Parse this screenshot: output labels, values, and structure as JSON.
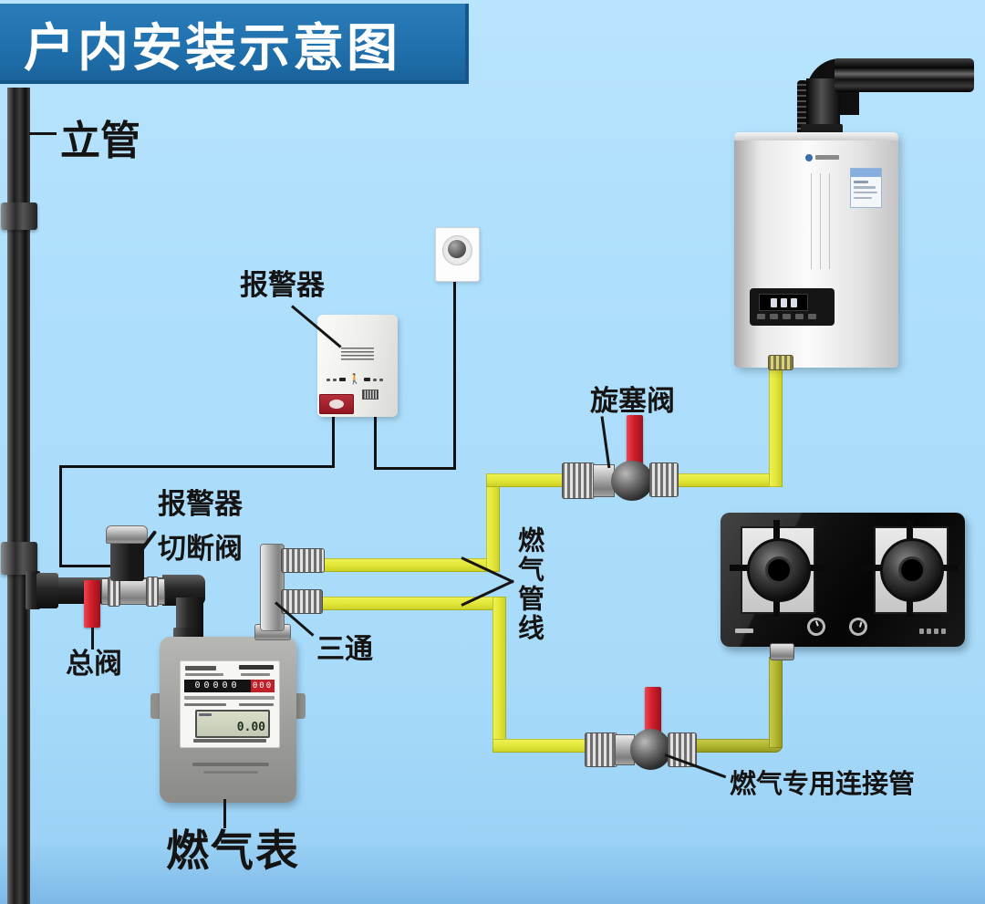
{
  "title": "户内安装示意图",
  "labels": {
    "riser": "立管",
    "alarm_top": "报警器",
    "alarm_cutoff_l1": "报警器",
    "alarm_cutoff_l2": "切断阀",
    "main_valve": "总阀",
    "tee": "三通",
    "gas_meter": "燃气表",
    "gas_line": "燃气管线",
    "plug_valve": "旋塞阀",
    "connection_pipe": "燃气专用连接管"
  },
  "meter": {
    "counter_black": "00000",
    "counter_red": "000",
    "lcd_value": "0.00"
  },
  "colors": {
    "background": "#abddfb",
    "banner_blue": "#1f72ad",
    "pipe_yellow": "#e4e93b",
    "pipe_olive": "#b4b930",
    "valve_red": "#d0202c",
    "dark_pipe": "#303030"
  }
}
